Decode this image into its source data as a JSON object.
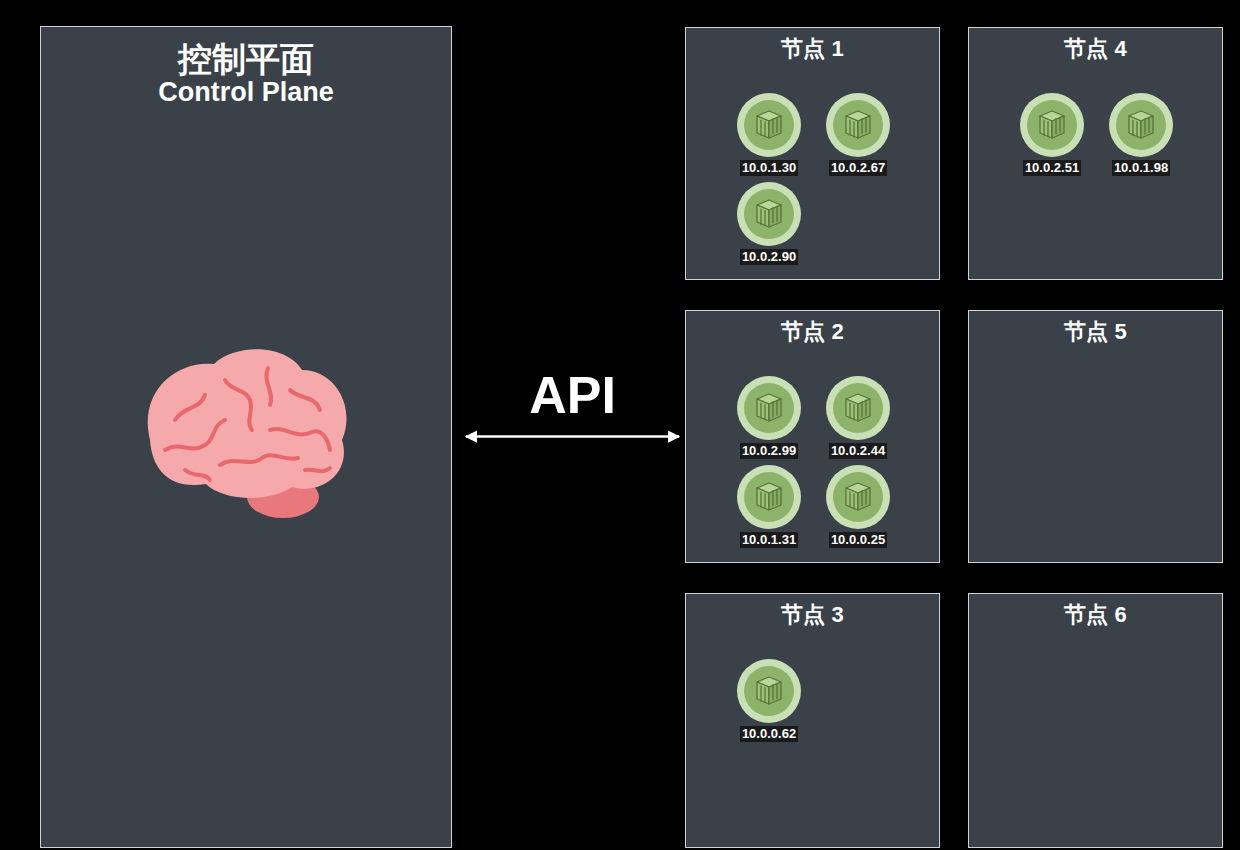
{
  "diagram": {
    "nodes": [
      {
        "text": [
          "控制平面",
          "Control Plane"
        ]
      },
      {
        "text": [
          "节点 1"
        ]
      },
      {
        "text": [
          "10.0.1.30"
        ],
        "in": 1
      },
      {
        "text": [
          "10.0.2.67"
        ],
        "in": 1
      },
      {
        "text": [
          "10.0.2.90"
        ],
        "in": 1
      },
      {
        "text": [
          "节点 4"
        ]
      },
      {
        "text": [
          "10.0.2.51"
        ],
        "in": 5
      },
      {
        "text": [
          "10.0.1.98"
        ],
        "in": 5
      },
      {
        "text": [
          "节点 2"
        ]
      },
      {
        "text": [
          "10.0.2.99"
        ],
        "in": 8
      },
      {
        "text": [
          "10.0.2.44"
        ],
        "in": 8
      },
      {
        "text": [
          "10.0.1.31"
        ],
        "in": 8
      },
      {
        "text": [
          "10.0.0.25"
        ],
        "in": 8
      },
      {
        "text": [
          "节点 5"
        ]
      },
      {
        "text": [
          "节点 3"
        ]
      },
      {
        "text": [
          "10.0.0.62"
        ],
        "in": 14
      },
      {
        "text": [
          "节点 6"
        ]
      }
    ],
    "edges": [
      {
        "from": 0,
        "to": 8,
        "arrow": "both",
        "label": "API"
      }
    ]
  }
}
